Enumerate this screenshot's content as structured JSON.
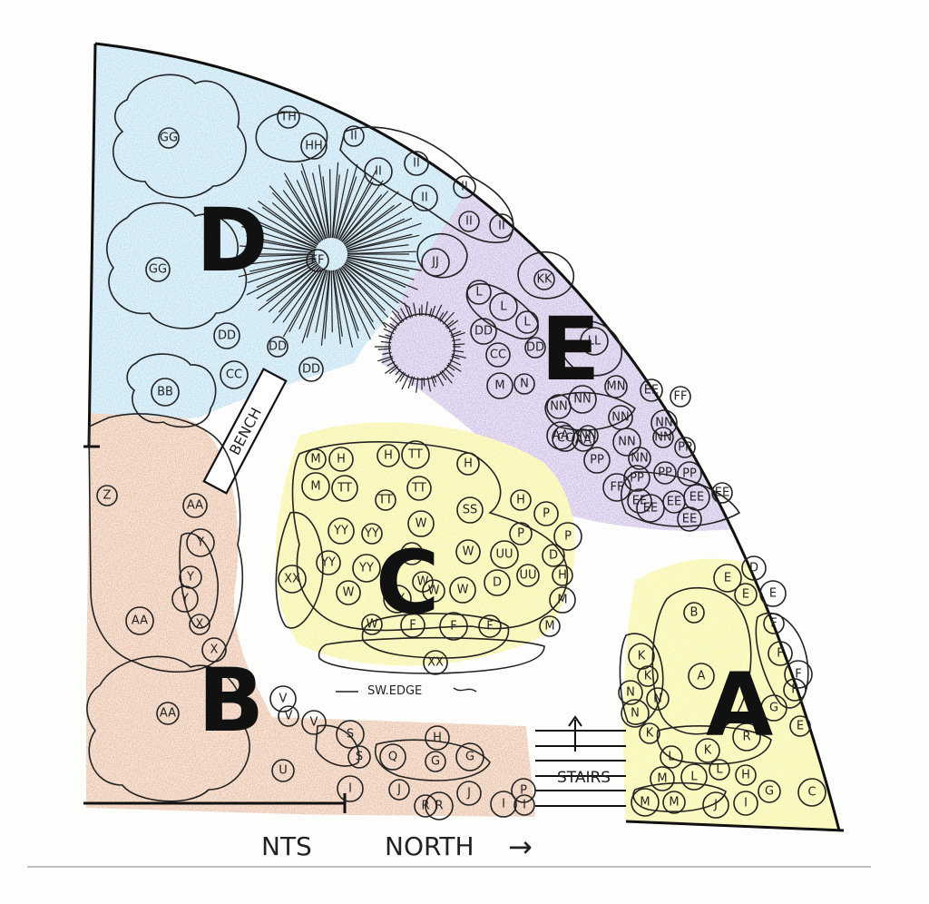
{
  "zones": {
    "A": {
      "letter": "A",
      "color": "#f4ef3c"
    },
    "B": {
      "letter": "B",
      "color": "#d8834f"
    },
    "C": {
      "letter": "C",
      "color": "#f4ea3a"
    },
    "D": {
      "letter": "D",
      "color": "#7fc4ea"
    },
    "E": {
      "letter": "E",
      "color": "#9b7fd0"
    }
  },
  "labels": {
    "bench": "BENCH",
    "stairs": "STAIRS",
    "sw_edge": "SW.EDGE",
    "scale": "NTS",
    "north": "NORTH",
    "north_arrow": "→"
  },
  "plants": {
    "d": [
      "GG",
      "GG",
      "BB",
      "FF",
      "DD",
      "DD",
      "DD",
      "CC",
      "TH",
      "HH",
      "II",
      "II",
      "II",
      "II",
      "II",
      "II",
      "II",
      "JJ"
    ],
    "e": [
      "KK",
      "L",
      "L",
      "L",
      "DD",
      "DD",
      "CC",
      "LL",
      "EE",
      "M",
      "N",
      "NN",
      "NN",
      "MN",
      "CC",
      "NN",
      "NN",
      "NN",
      "NN",
      "NN",
      "PP",
      "PP",
      "FF",
      "PP",
      "PP",
      "FF",
      "EE",
      "EE",
      "EE",
      "EE",
      "EE",
      "EE",
      "AA",
      "AA",
      "PP",
      "NN"
    ],
    "c": [
      "M",
      "H",
      "M",
      "H",
      "TT",
      "TT",
      "TT",
      "TT",
      "H",
      "SS",
      "H",
      "P",
      "P",
      "P",
      "YY",
      "YY",
      "YY",
      "YY",
      "YY",
      "W",
      "W",
      "W",
      "UU",
      "UU",
      "D",
      "H",
      "W",
      "YY",
      "W",
      "W",
      "W",
      "F",
      "F",
      "F",
      "M",
      "M",
      "XX",
      "XX",
      "D"
    ],
    "b": [
      "Z",
      "AA",
      "Y",
      "Y",
      "Y",
      "X",
      "X",
      "AA",
      "AA",
      "V",
      "V",
      "V",
      "S",
      "S",
      "Q",
      "G",
      "H",
      "G",
      "U",
      "I",
      "J",
      "J",
      "R",
      "R",
      "I",
      "I",
      "P"
    ],
    "a": [
      "B",
      "D",
      "E",
      "E",
      "E",
      "F",
      "F",
      "F",
      "F",
      "K",
      "K",
      "N",
      "N",
      "N",
      "A",
      "K",
      "K",
      "R",
      "L",
      "L",
      "L",
      "M",
      "M",
      "M",
      "J",
      "H",
      "I",
      "C",
      "G",
      "G",
      "E"
    ]
  }
}
